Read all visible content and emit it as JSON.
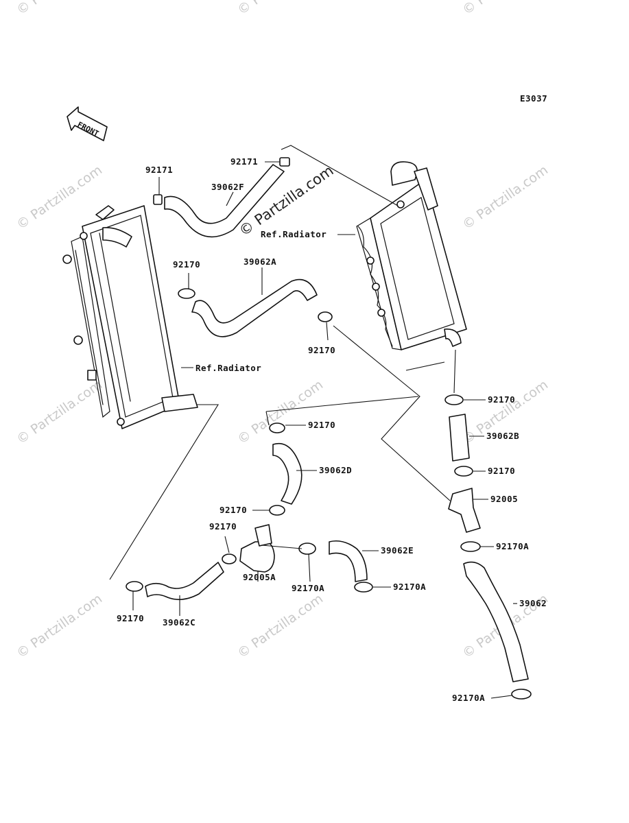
{
  "diagram_code": "E3037",
  "front_arrow_label": "FRONT",
  "watermark_text": "© Partzilla.com",
  "watermark_main_text": "© Partzilla.com",
  "labels": {
    "p92171_left": "92171",
    "p39062F": "39062F",
    "p92171_top": "92171",
    "ref_radiator_right": "Ref.Radiator",
    "p92170_left_upper": "92170",
    "p39062A": "39062A",
    "p92170_mid": "92170",
    "ref_radiator_left": "Ref.Radiator",
    "p92170_right_1": "92170",
    "p39062B": "39062B",
    "p92170_right_2": "92170",
    "p92005": "92005",
    "p92170A_right_1": "92170A",
    "p39062": "39062",
    "p92170A_bottom": "92170A",
    "p92170_center_top": "92170",
    "p39062D": "39062D",
    "p92170_center_mid": "92170",
    "p92170_center_low": "92170",
    "p92005A": "92005A",
    "p92170A_center": "92170A",
    "p39062E": "39062E",
    "p92170A_center_right": "92170A",
    "p92170_bottom_left": "92170",
    "p39062C": "39062C"
  },
  "colors": {
    "line": "#111111",
    "watermark": "#c9c9c9",
    "background": "#ffffff"
  }
}
